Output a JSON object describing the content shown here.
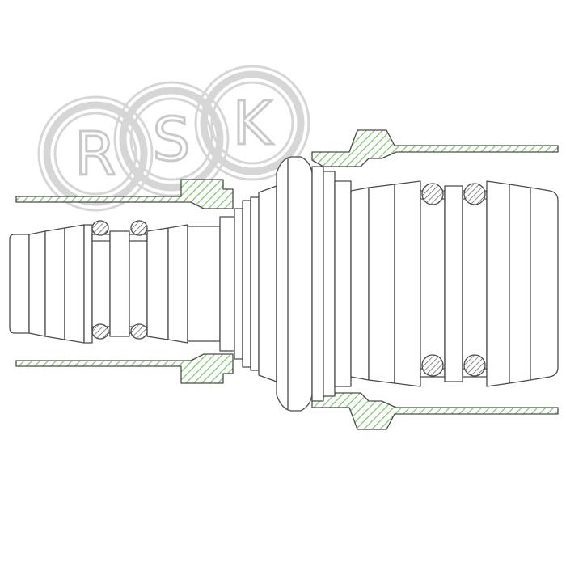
{
  "watermark": {
    "letters": [
      "R",
      "S",
      "K"
    ],
    "ring_color": "#d6d6d6",
    "letter_color": "#c9c9c9"
  },
  "drawing": {
    "line_color": "#4a4a4a",
    "section_hatch_color": "#7ac46a",
    "oring_hatch_color": "#555555",
    "background": "#ffffff"
  }
}
